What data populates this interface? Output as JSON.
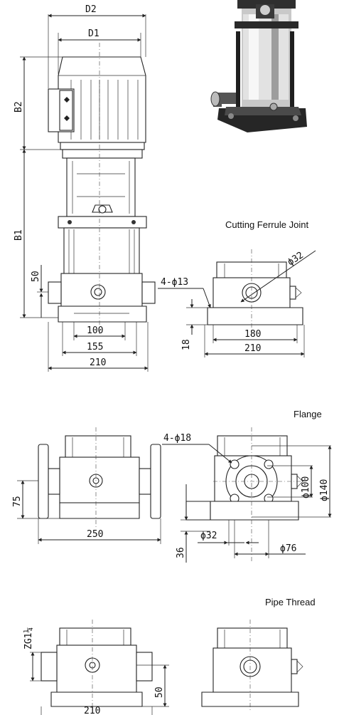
{
  "sections": {
    "cutting_ferrule": "Cutting Ferrule Joint",
    "flange": "Flange",
    "pipe_thread": "Pipe Thread"
  },
  "main_view": {
    "d2": "D2",
    "d1": "D1",
    "b2": "B2",
    "b1": "B1",
    "h50": "50",
    "w100": "100",
    "w155": "155",
    "w210": "210"
  },
  "ferrule_view": {
    "dia32": "ϕ32",
    "holes": "4-ϕ13",
    "h18": "18",
    "w180": "180",
    "w210": "210"
  },
  "flange_view": {
    "h75": "75",
    "w250": "250",
    "holes": "4-ϕ18",
    "dia100": "ϕ100",
    "dia140": "ϕ140",
    "dia32": "ϕ32",
    "h36": "36",
    "dia76": "ϕ76"
  },
  "thread_view": {
    "zg": "ZG1¼",
    "h50": "50",
    "w210": "210"
  },
  "photo": {
    "icon": "pump-photo-icon"
  }
}
